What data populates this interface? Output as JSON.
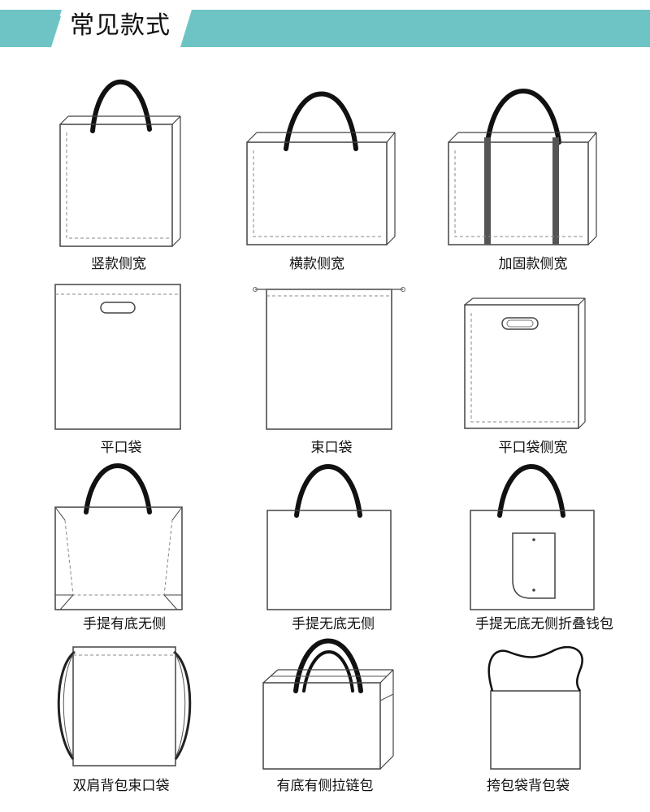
{
  "header": {
    "title": "常见款式",
    "accent_color": "#6ec4c4"
  },
  "styles": [
    {
      "label": "竖款侧宽",
      "icon": "vertical-side-gusset-bag-icon"
    },
    {
      "label": "横款侧宽",
      "icon": "horizontal-side-gusset-bag-icon"
    },
    {
      "label": "加固款侧宽",
      "icon": "reinforced-side-gusset-bag-icon"
    },
    {
      "label": "平口袋",
      "icon": "flat-die-cut-bag-icon"
    },
    {
      "label": "束口袋",
      "icon": "drawstring-bag-icon"
    },
    {
      "label": "平口袋侧宽",
      "icon": "flat-die-cut-gusset-bag-icon"
    },
    {
      "label": "手提有底无侧",
      "icon": "handle-bottom-no-side-bag-icon"
    },
    {
      "label": "手提无底无侧",
      "icon": "handle-no-bottom-no-side-bag-icon"
    },
    {
      "label": "手提无底无侧折叠钱包",
      "icon": "foldable-wallet-bag-icon"
    },
    {
      "label": "双肩背包束口袋",
      "icon": "backpack-drawstring-bag-icon"
    },
    {
      "label": "有底有侧拉链包",
      "icon": "zipper-gusset-bag-icon"
    },
    {
      "label": "挎包袋背包袋",
      "icon": "crossbody-bag-icon"
    }
  ]
}
